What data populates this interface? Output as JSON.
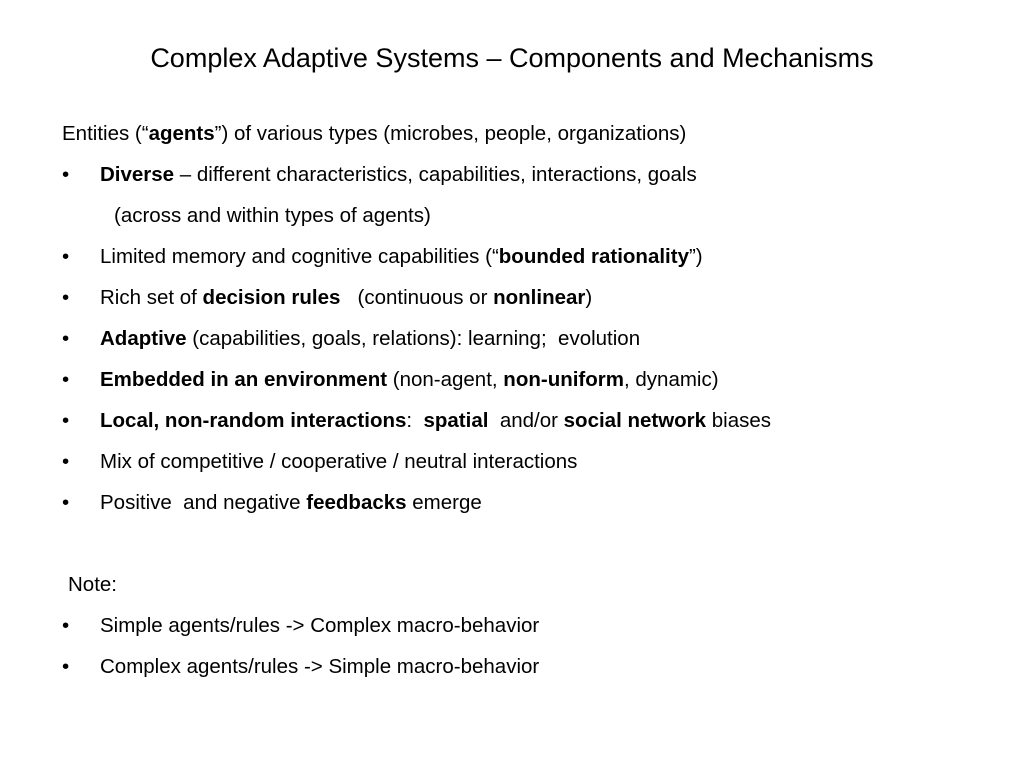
{
  "slide": {
    "title": "Complex Adaptive Systems – Components and Mechanisms",
    "bullet_char": "•",
    "intro": {
      "p1": "Entities (“",
      "b1": "agents",
      "p2": "”) of various types (microbes, people, organizations)"
    },
    "diverse": {
      "b1": "Diverse",
      "p1": " – different characteristics, capabilities, interactions, goals",
      "cont": "(across and within types of agents)"
    },
    "memory": {
      "p1": "Limited memory and cognitive capabilities (“",
      "b1": "bounded rationality",
      "p2": "”)"
    },
    "rules": {
      "p1": "Rich set of ",
      "b1": "decision rules",
      "p2": "   (continuous or ",
      "b2": "nonlinear",
      "p3": ")"
    },
    "adaptive": {
      "b1": "Adaptive",
      "p1": " (capabilities, goals, relations): learning;  evolution"
    },
    "embedded": {
      "b1": "Embedded in an environment",
      "p1": " (non-agent, ",
      "b2": "non-uniform",
      "p2": ", dynamic)"
    },
    "local": {
      "b1": "Local, non-random interactions",
      "p1": ":  ",
      "b2": "spatial",
      "p2": "  and/or ",
      "b3": "social network",
      "p3": " biases"
    },
    "mix": {
      "p1": "Mix of competitive / cooperative / neutral interactions"
    },
    "feedback": {
      "p1": "Positive  and negative ",
      "b1": "feedbacks",
      "p2": " emerge"
    },
    "note": {
      "label": "Note:",
      "item1": "Simple agents/rules -> Complex macro-behavior",
      "item2": "Complex agents/rules -> Simple macro-behavior"
    }
  }
}
